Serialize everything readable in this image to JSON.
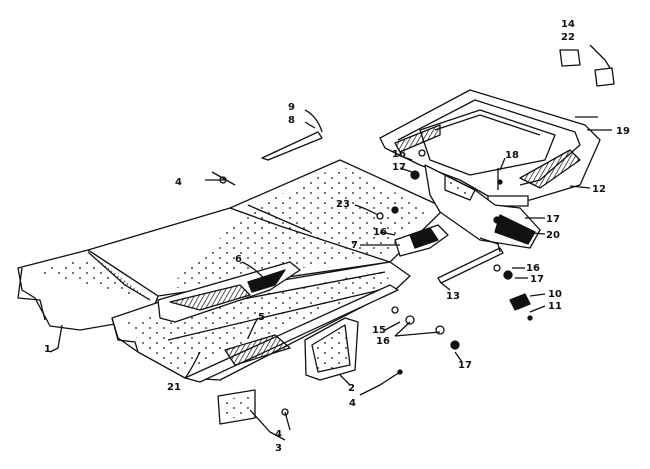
{
  "colors": {
    "ink": "#111111",
    "paper": "#ffffff",
    "shade": "#555555"
  },
  "labels": [
    {
      "id": "1",
      "text": "1"
    },
    {
      "id": "2",
      "text": "2"
    },
    {
      "id": "3",
      "text": "3"
    },
    {
      "id": "4a",
      "text": "4"
    },
    {
      "id": "4b",
      "text": "4"
    },
    {
      "id": "4c",
      "text": "4"
    },
    {
      "id": "5",
      "text": "5"
    },
    {
      "id": "6",
      "text": "6"
    },
    {
      "id": "7",
      "text": "7"
    },
    {
      "id": "8",
      "text": "8"
    },
    {
      "id": "9",
      "text": "9"
    },
    {
      "id": "10",
      "text": "10"
    },
    {
      "id": "11",
      "text": "11"
    },
    {
      "id": "12",
      "text": "12"
    },
    {
      "id": "13",
      "text": "13"
    },
    {
      "id": "14",
      "text": "14"
    },
    {
      "id": "15",
      "text": "15"
    },
    {
      "id": "16a",
      "text": "16"
    },
    {
      "id": "16b",
      "text": "16"
    },
    {
      "id": "16c",
      "text": "16"
    },
    {
      "id": "16d",
      "text": "16"
    },
    {
      "id": "17a",
      "text": "17"
    },
    {
      "id": "17b",
      "text": "17"
    },
    {
      "id": "17c",
      "text": "17"
    },
    {
      "id": "17d",
      "text": "17"
    },
    {
      "id": "18",
      "text": "18"
    },
    {
      "id": "19",
      "text": "19"
    },
    {
      "id": "20",
      "text": "20"
    },
    {
      "id": "21",
      "text": "21"
    },
    {
      "id": "22",
      "text": "22"
    },
    {
      "id": "23",
      "text": "23"
    }
  ]
}
